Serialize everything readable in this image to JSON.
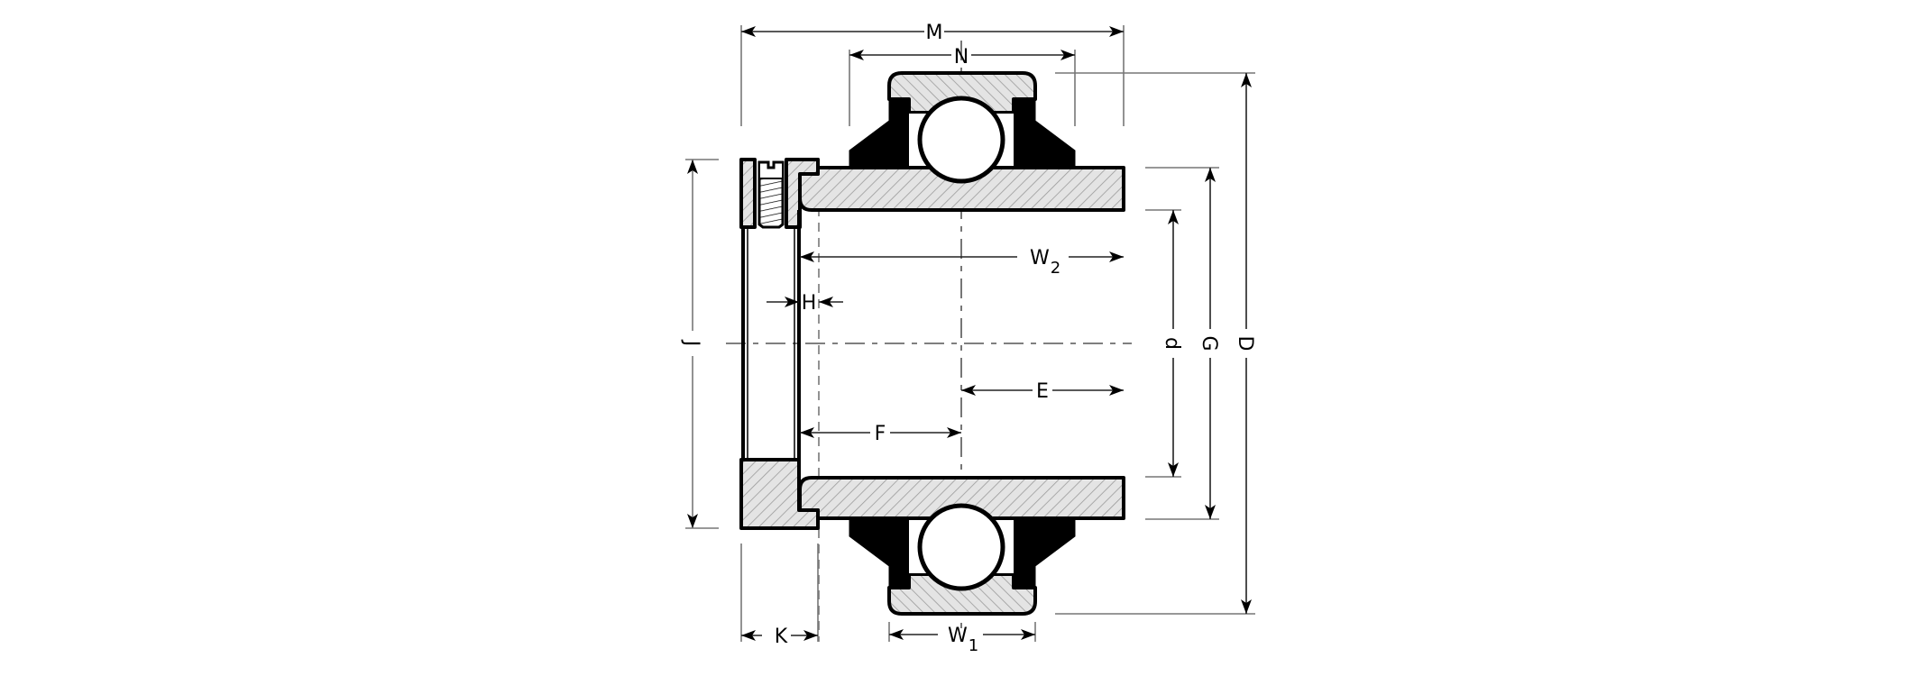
{
  "drawing": {
    "title": "Insert bearing with eccentric locking collar - cross section",
    "colors": {
      "line": "#000000",
      "hatch_fill": "#e4e4e4",
      "hatch_line": "#9a9a9a",
      "dimension": "#222222"
    },
    "dimensions": {
      "M": {
        "label": "M"
      },
      "N": {
        "label": "N"
      },
      "D": {
        "label": "D"
      },
      "G": {
        "label": "G"
      },
      "d": {
        "label": "d"
      },
      "J": {
        "label": "J"
      },
      "H": {
        "label": "H"
      },
      "W2": {
        "label": "W",
        "sub": "2"
      },
      "E": {
        "label": "E"
      },
      "F": {
        "label": "F"
      },
      "K": {
        "label": "K"
      },
      "W1": {
        "label": "W",
        "sub": "1"
      }
    }
  }
}
